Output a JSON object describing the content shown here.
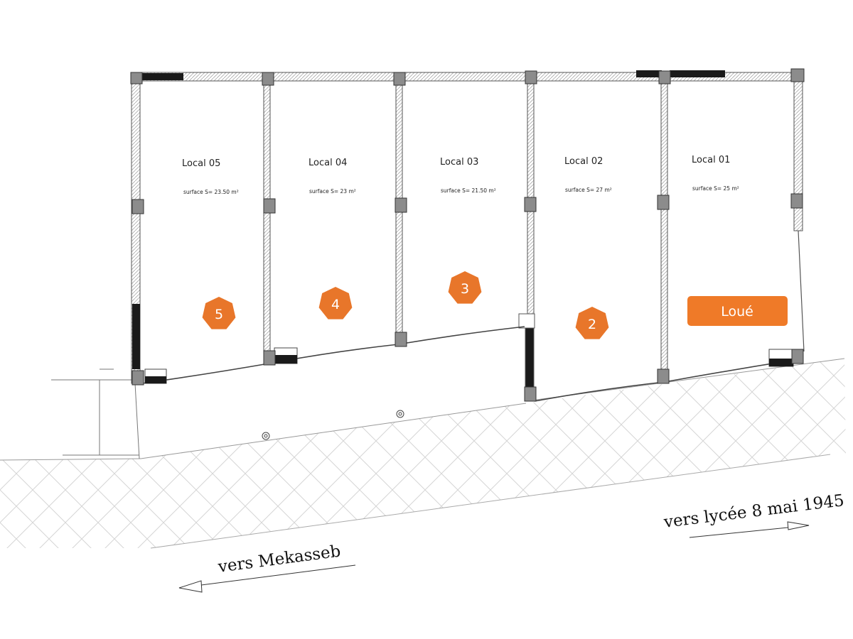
{
  "colors": {
    "badge": "#E8762A",
    "rented_tag": "#EF7A28",
    "wall_line": "#555555",
    "pillar": "#8c8c8c",
    "hatch": "#d5d5d5"
  },
  "units": [
    {
      "name": "Local 05",
      "surface": "surface S= 23.50 m²",
      "badge": "5"
    },
    {
      "name": "Local 04",
      "surface": "surface S= 23 m²",
      "badge": "4"
    },
    {
      "name": "Local 03",
      "surface": "surface S= 21.50 m²",
      "badge": "3"
    },
    {
      "name": "Local 02",
      "surface": "surface S= 27 m²",
      "badge": "2"
    },
    {
      "name": "Local 01",
      "surface": "surface S= 25 m²",
      "status": "Loué"
    }
  ],
  "directions": {
    "left": "vers Mekasseb",
    "right": "vers lycée 8 mai 1945"
  }
}
